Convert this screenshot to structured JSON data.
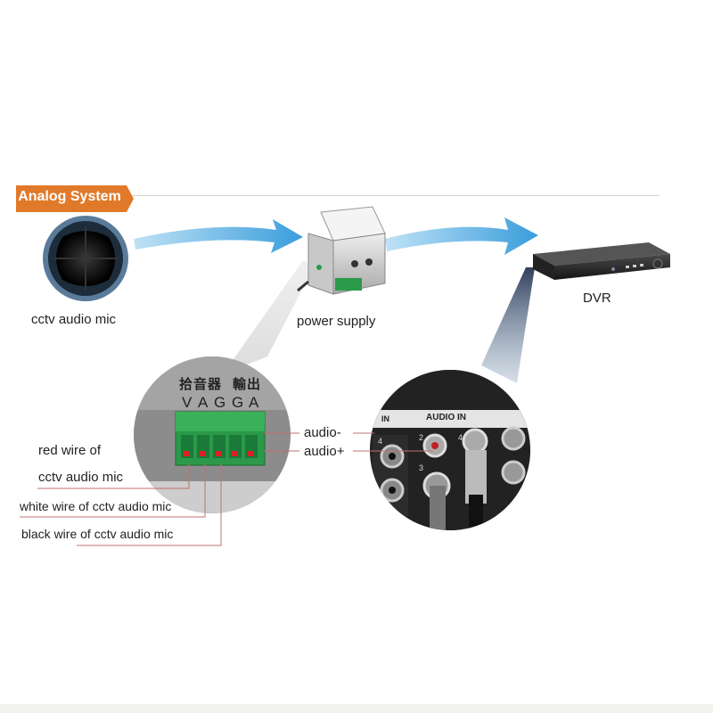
{
  "header": {
    "title": "Analog System"
  },
  "devices": {
    "mic_label": "cctv audio mic",
    "power_label": "power supply",
    "dvr_label": "DVR"
  },
  "terminal": {
    "chinese_left": "拾音器",
    "chinese_right": "輸出",
    "pins": [
      "V",
      "A",
      "G",
      "G",
      "A"
    ]
  },
  "dvr_panel": {
    "audio_in_label": "AUDIO IN",
    "in_label": "IN",
    "numbers": [
      "4",
      "2",
      "3",
      "4"
    ]
  },
  "connections": {
    "audio_minus": "audio-",
    "audio_plus": "audio+",
    "red_wire_line1": "red wire of",
    "red_wire_line2": "cctv audio mic",
    "white_wire": "white wire of cctv audio mic",
    "black_wire": "black wire of cctv audio mic"
  },
  "colors": {
    "badge": "#e07a2a",
    "arrow": "#4aa8e0",
    "leader_line": "#c07070",
    "terminal_green": "#2a9a4a",
    "pin_red": "#e02020"
  }
}
